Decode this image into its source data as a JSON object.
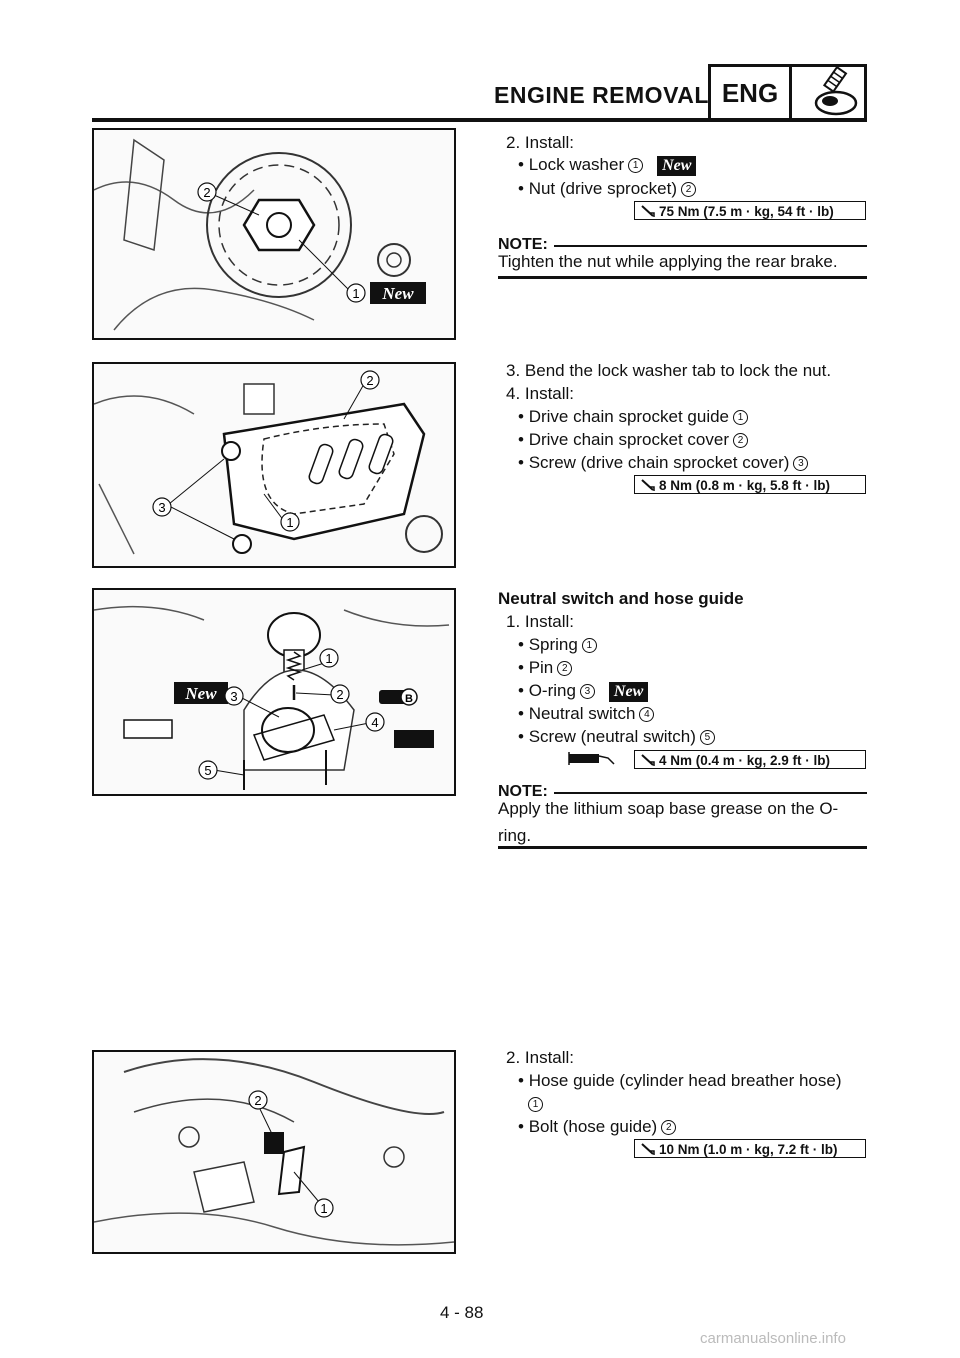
{
  "header": {
    "title": "ENGINE REMOVAL",
    "section_code": "ENG"
  },
  "new_label": "New",
  "block1": {
    "step_install": "2. Install:",
    "items": [
      {
        "text": "Lock washer",
        "num": "1"
      },
      {
        "text": "Nut (drive sprocket)",
        "num": "2"
      }
    ],
    "torque": "75 Nm (7.5 m · kg, 54 ft · lb)",
    "note_label": "NOTE:",
    "note_text": "Tighten the nut while applying the rear brake."
  },
  "block2": {
    "step3": "3. Bend the lock washer tab to lock the nut.",
    "step4": "4. Install:",
    "items": [
      {
        "text": "Drive chain sprocket guide",
        "num": "1"
      },
      {
        "text": "Drive chain sprocket cover",
        "num": "2"
      },
      {
        "text": "Screw (drive chain sprocket cover)",
        "num": "3"
      }
    ],
    "torque": "8 Nm (0.8 m · kg, 5.8 ft · lb)"
  },
  "block3": {
    "heading": "Neutral switch and hose guide",
    "step_install": "1. Install:",
    "items": [
      {
        "text": "Spring",
        "num": "1"
      },
      {
        "text": "Pin",
        "num": "2"
      },
      {
        "text": "O-ring",
        "num": "3"
      },
      {
        "text": "Neutral switch",
        "num": "4"
      },
      {
        "text": "Screw (neutral switch)",
        "num": "5"
      }
    ],
    "torque": "4 Nm (0.4 m · kg, 2.9 ft · lb)",
    "note_label": "NOTE:",
    "note_line1": "Apply the lithium soap base grease on the O-",
    "note_line2": "ring.",
    "grease_letter": "B"
  },
  "block4": {
    "step_install": "2. Install:",
    "items": [
      {
        "text": "Hose guide (cylinder head breather hose)",
        "num": "1"
      },
      {
        "text": "Bolt (hose guide)",
        "num": "2"
      }
    ],
    "torque": "10 Nm (1.0 m · kg, 7.2 ft · lb)"
  },
  "footer": {
    "page_number": "4 - 88",
    "watermark": "carmanualsonline.info"
  },
  "icons": [
    "wrench-icon",
    "torque-wrench-icon",
    "grease-tube-icon",
    "new-part-icon"
  ]
}
